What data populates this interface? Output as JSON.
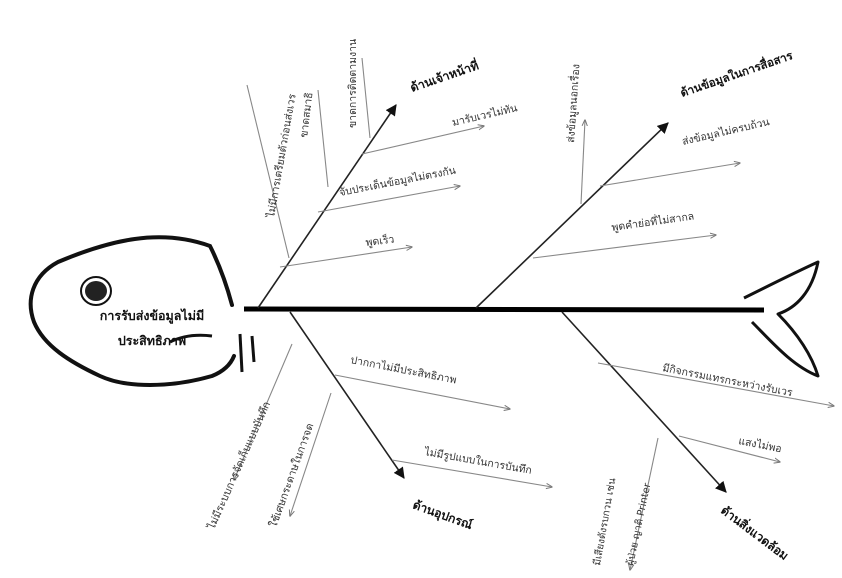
{
  "head": {
    "line1": "การรับส่งข้อมูลไม่มี",
    "line2": "ประสิทธิภาพ"
  },
  "categories": {
    "staff": "ด้านเจ้าหน้าที่",
    "info": "ด้านข้อมูลในการสื่อสาร",
    "equipment": "ด้านอุปกรณ์",
    "environment": "ด้านสิ่งแวดล้อม"
  },
  "causes": {
    "staff": {
      "c1": "ไม่มีการเตรียมตัวก่อนส่งเวร",
      "c2": "ขาดสมาธิ",
      "c3": "ขาดการติดตามงาน",
      "c4": "มารับเวรไม่ทัน",
      "c5": "จับประเด็นข้อมูลไม่ตรงกัน",
      "c6": "พูดเร็ว"
    },
    "info": {
      "c1": "ส่งข้อมูลนอกเรื่อง",
      "c2": "ส่งข้อมูลไม่ครบถ้วน",
      "c3": "พูดคำย่อที่ไม่สากล"
    },
    "equipment": {
      "c1": "ไม่มีระบบการจัดเก็บแบบบันทึก",
      "c2": "ใช้เศษกระดาษในการจด",
      "c3": "ปากกาไม่มีประสิทธิภาพ",
      "c4": "ไม่มีรูปแบบในการบันทึก"
    },
    "environment": {
      "c1": "มีกิจกรรมแทรกระหว่างรับเวร",
      "c2": "แสงไม่พอ",
      "c3_line1": "มีเสียงดังรบกวน เช่น",
      "c3_line2": "ผู้ป่วย ญาติ Printer"
    }
  }
}
